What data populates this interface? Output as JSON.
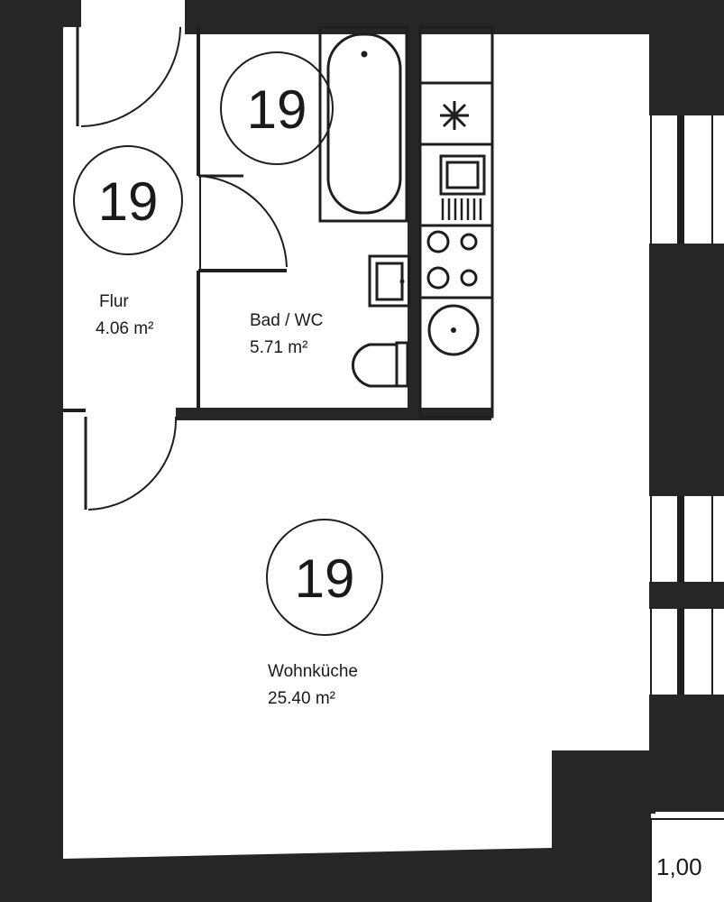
{
  "rooms": [
    {
      "number": "19",
      "name": "Flur",
      "area": "4.06 m²"
    },
    {
      "number": "19",
      "name": "Bad / WC",
      "area": "5.71 m²"
    },
    {
      "number": "19",
      "name": "Wohnküche",
      "area": "25.40 m²"
    }
  ],
  "dimension_label": "1,00",
  "colors": {
    "wall": "#262626",
    "line": "#1e1e1e",
    "background": "#ffffff"
  }
}
